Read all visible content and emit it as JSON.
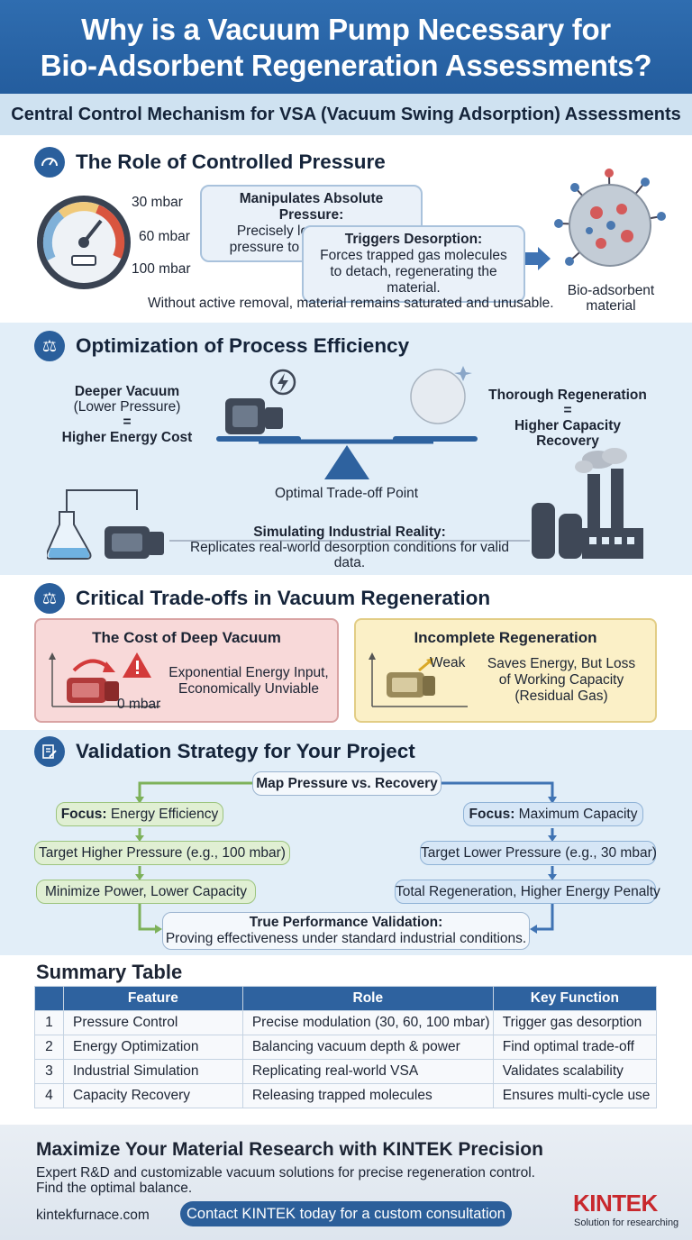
{
  "header": {
    "title_line1": "Why is a Vacuum Pump Necessary for",
    "title_line2": "Bio-Adsorbent Regeneration Assessments?",
    "subtitle": "Central Control Mechanism for VSA (Vacuum Swing Adsorption) Assessments"
  },
  "role": {
    "title": "The Role of Controlled Pressure",
    "gauge_labels": [
      "30 mbar",
      "60 mbar",
      "100 mbar"
    ],
    "callout1_title": "Manipulates Absolute Pressure:",
    "callout1_text": "Precisely lowers system pressure to specific levels.",
    "callout2_title": "Triggers Desorption:",
    "callout2_text": "Forces trapped gas molecules to detach, regenerating the material.",
    "note": "Without active removal, material remains saturated and unusable.",
    "material_label": "Bio-adsorbent material"
  },
  "efficiency": {
    "title": "Optimization of Process Efficiency",
    "left_l1": "Deeper Vacuum",
    "left_l2": "(Lower Pressure)",
    "left_l3": "=",
    "left_l4": "Higher Energy Cost",
    "right_l1": "Thorough Regeneration",
    "right_l2": "=",
    "right_l3": "Higher Capacity Recovery",
    "optimal": "Optimal Trade-off Point",
    "sim_title": "Simulating Industrial Reality:",
    "sim_text": "Replicates real-world desorption conditions for valid data."
  },
  "tradeoffs": {
    "title": "Critical Trade-offs in Vacuum Regeneration",
    "cost_title": "The Cost of Deep Vacuum",
    "cost_text_l1": "Exponential Energy Input,",
    "cost_text_l2": "Economically Unviable",
    "cost_axis": "0 mbar",
    "inc_title": "Incomplete Regeneration",
    "inc_weak": "Weak",
    "inc_text_l1": "Saves Energy, But Loss",
    "inc_text_l2": "of Working Capacity",
    "inc_text_l3": "(Residual Gas)"
  },
  "validation": {
    "title": "Validation Strategy for Your Project",
    "map": "Map Pressure vs. Recovery",
    "focus_label": "Focus:",
    "left_focus": "Energy Efficiency",
    "left_target": "Target Higher Pressure (e.g., 100 mbar)",
    "left_result": "Minimize Power, Lower Capacity",
    "right_focus": "Maximum Capacity",
    "right_target": "Target Lower Pressure (e.g., 30 mbar)",
    "right_result": "Total Regeneration, Higher Energy Penalty",
    "final_title": "True Performance Validation:",
    "final_text": "Proving effectiveness under standard industrial conditions."
  },
  "summary": {
    "title": "Summary Table",
    "headers": [
      "",
      "Feature",
      "Role",
      "Key Function"
    ],
    "rows": [
      [
        "1",
        "Pressure Control",
        "Precise modulation (30, 60, 100 mbar)",
        "Trigger gas desorption"
      ],
      [
        "2",
        "Energy Optimization",
        "Balancing vacuum depth & power",
        "Find optimal trade-off"
      ],
      [
        "3",
        "Industrial Simulation",
        "Replicating real-world VSA",
        "Validates scalability"
      ],
      [
        "4",
        "Capacity Recovery",
        "Releasing trapped molecules",
        "Ensures multi-cycle use"
      ]
    ]
  },
  "footer": {
    "title": "Maximize Your Material Research with KINTEK Precision",
    "text_l1": "Expert R&D and customizable vacuum solutions for precise regeneration control.",
    "text_l2": "Find the optimal balance.",
    "url": "kintekfurnace.com",
    "cta": "Contact KINTEK today for a custom consultation",
    "logo": "KINTEK",
    "tagline": "Solution for researching"
  },
  "colors": {
    "primary": "#2a5f9c",
    "header": "#2f6db0",
    "red": "#d33a3a",
    "green": "#7db15a"
  }
}
